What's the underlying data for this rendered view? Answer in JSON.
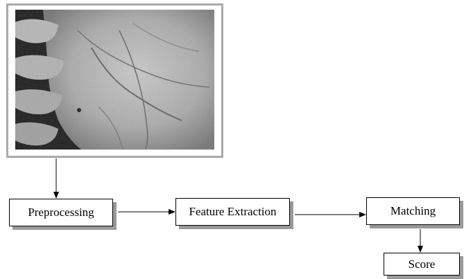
{
  "image": {
    "icon": "palm-print-image"
  },
  "stages": {
    "preprocessing": "Preprocessing",
    "feature_extraction": "Feature Extraction",
    "matching": "Matching",
    "score": "Score"
  },
  "colors": {
    "frame_border": "#a9a9a9",
    "box_border": "#000000",
    "box_shadow": "#9a9a9a",
    "arrow": "#000000"
  }
}
